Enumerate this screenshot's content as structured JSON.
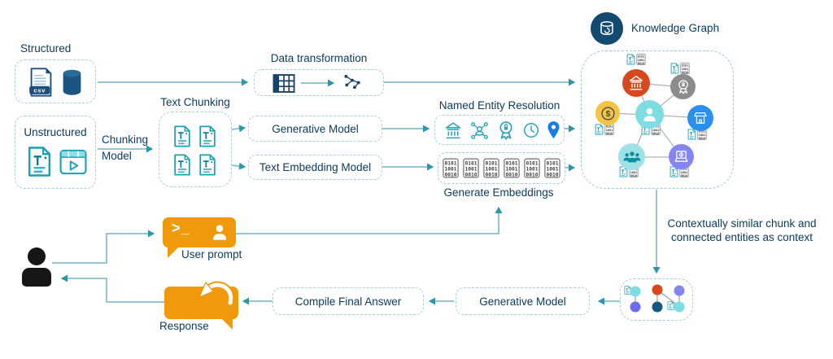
{
  "palette": {
    "text_navy": "#0e3c60",
    "line_teal": "#74b4c3",
    "arrowhead_teal": "#2f96aa",
    "dashed_border": "#a9cde0",
    "icon_teal": "#18a0b5",
    "orange": "#f0990b",
    "node_red": "#d8481f",
    "node_gray": "#8c8c8c",
    "node_yellow": "#f6c445",
    "node_teal": "#7edde2",
    "node_blue": "#2b8fee",
    "node_purple": "#8484f2",
    "node_navy": "#14597f",
    "kg_icon_bg": "#134a70",
    "dark_blue_icon": "#1c4f7c",
    "pin_blue": "#1a7ce5"
  },
  "sources": {
    "structured_label": "Structured",
    "unstructured_label": "Unstructured",
    "csv_badge": "csv"
  },
  "pipeline": {
    "chunking_model_label": "Chunking Model",
    "text_chunking_label": "Text Chunking",
    "data_transformation_label": "Data transformation",
    "generative_model_label": "Generative Model",
    "text_embedding_label": "Text Embedding Model",
    "ner_label": "Named Entity Resolution",
    "generate_embeddings_label": "Generate Embeddings",
    "binary_chip": [
      "0101",
      "1001",
      "0010"
    ]
  },
  "knowledge_graph": {
    "title": "Knowledge Graph",
    "dollar_glyph": "$",
    "context_note_line1": "Contextually similar chunk and",
    "context_note_line2": "connected entities as context"
  },
  "qa_flow": {
    "prompt_glyph": ">_",
    "user_prompt_label": "User prompt",
    "response_label": "Response",
    "compile_label": "Compile Final Answer",
    "generative_model_label": "Generative Model"
  },
  "icons": {
    "knowledge_graph": "database-circle-icon",
    "user_prompt": "terminal-speech-bubble-icon",
    "response": "reply-speech-bubble-icon",
    "structured": [
      "csv-file-icon",
      "database-icon"
    ],
    "unstructured": [
      "text-document-icon",
      "video-icon"
    ],
    "data_transformation": [
      "table-icon",
      "graph-transform-icon"
    ],
    "ner": [
      "bank-building-icon",
      "person-network-icon",
      "award-badge-icon",
      "clock-icon",
      "location-pin-icon"
    ],
    "kg_nodes": [
      "bank-building-icon",
      "award-badge-icon",
      "dollar-icon",
      "person-icon",
      "storefront-icon",
      "people-group-icon",
      "laptop-globe-icon"
    ]
  }
}
